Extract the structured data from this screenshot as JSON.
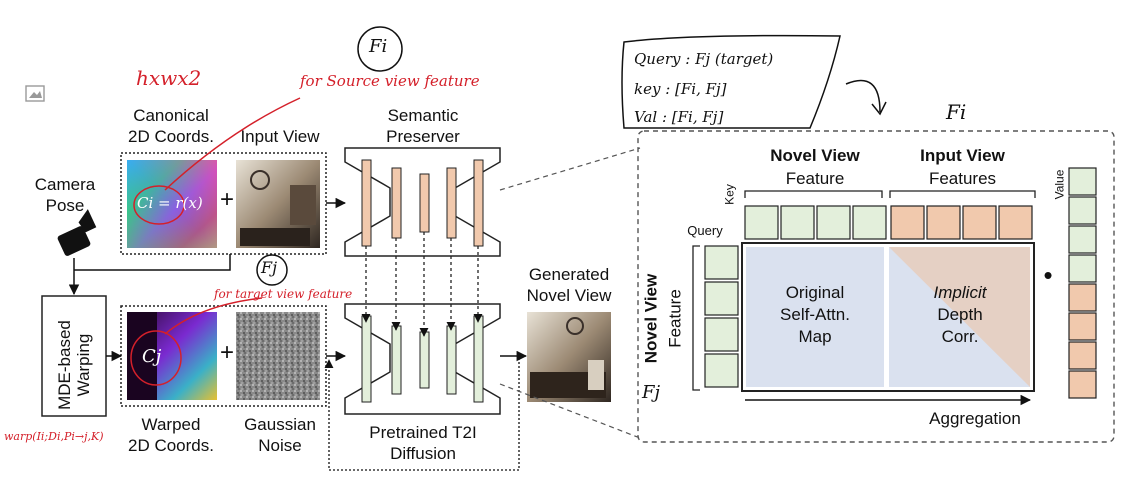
{
  "left": {
    "canonical_label": "Canonical\n2D Coords.",
    "input_view_label": "Input View",
    "camera_pose_label": "Camera\nPose",
    "mde_label": "MDE-based\nWarping",
    "warped_label": "Warped\n2D Coords.",
    "gaussian_label": "Gaussian\nNoise",
    "plus": "+"
  },
  "center": {
    "semantic_label": "Semantic\nPreserver",
    "pretrained_label": "Pretrained T2I\nDiffusion",
    "generated_label": "Generated\nNovel View"
  },
  "panel": {
    "novel_view_title": "Novel View",
    "novel_view_sub": "Feature",
    "input_view_title": "Input View",
    "input_view_sub": "Features",
    "key_label": "Key",
    "query_label": "Query",
    "value_label": "Value",
    "row_title": "Novel View",
    "row_sub": "Feature",
    "original_text": "Original\nSelf-Attn.\nMap",
    "implicit_text": "Implicit",
    "depth_text": "Depth\nCorr.",
    "aggregation": "Aggregation",
    "dot": "•"
  },
  "annotations": {
    "hxwx2": "hxwx2",
    "for_source": "for Source view feature",
    "fi_top": "Fi",
    "fj_mid": "Fj",
    "for_target": "for target view feature",
    "ci_eq": "Ci = r(x)",
    "cj": "Cj",
    "warp_formula": "warp(Ii;Di,Pi→j,K)",
    "query_box_1": "Query : Fj (target)",
    "query_box_2": "key : [Fi, Fj]",
    "query_box_3": "Val : [Fi, Fj]",
    "fi_right": "Fi",
    "fj_bottom": "Fj"
  },
  "colors": {
    "peach": "#f1c9ad",
    "green": "#e3efdb",
    "blue_map": "#dae1ef",
    "tan_map": "#e5d0c4",
    "annotation_red": "#d4202a"
  }
}
